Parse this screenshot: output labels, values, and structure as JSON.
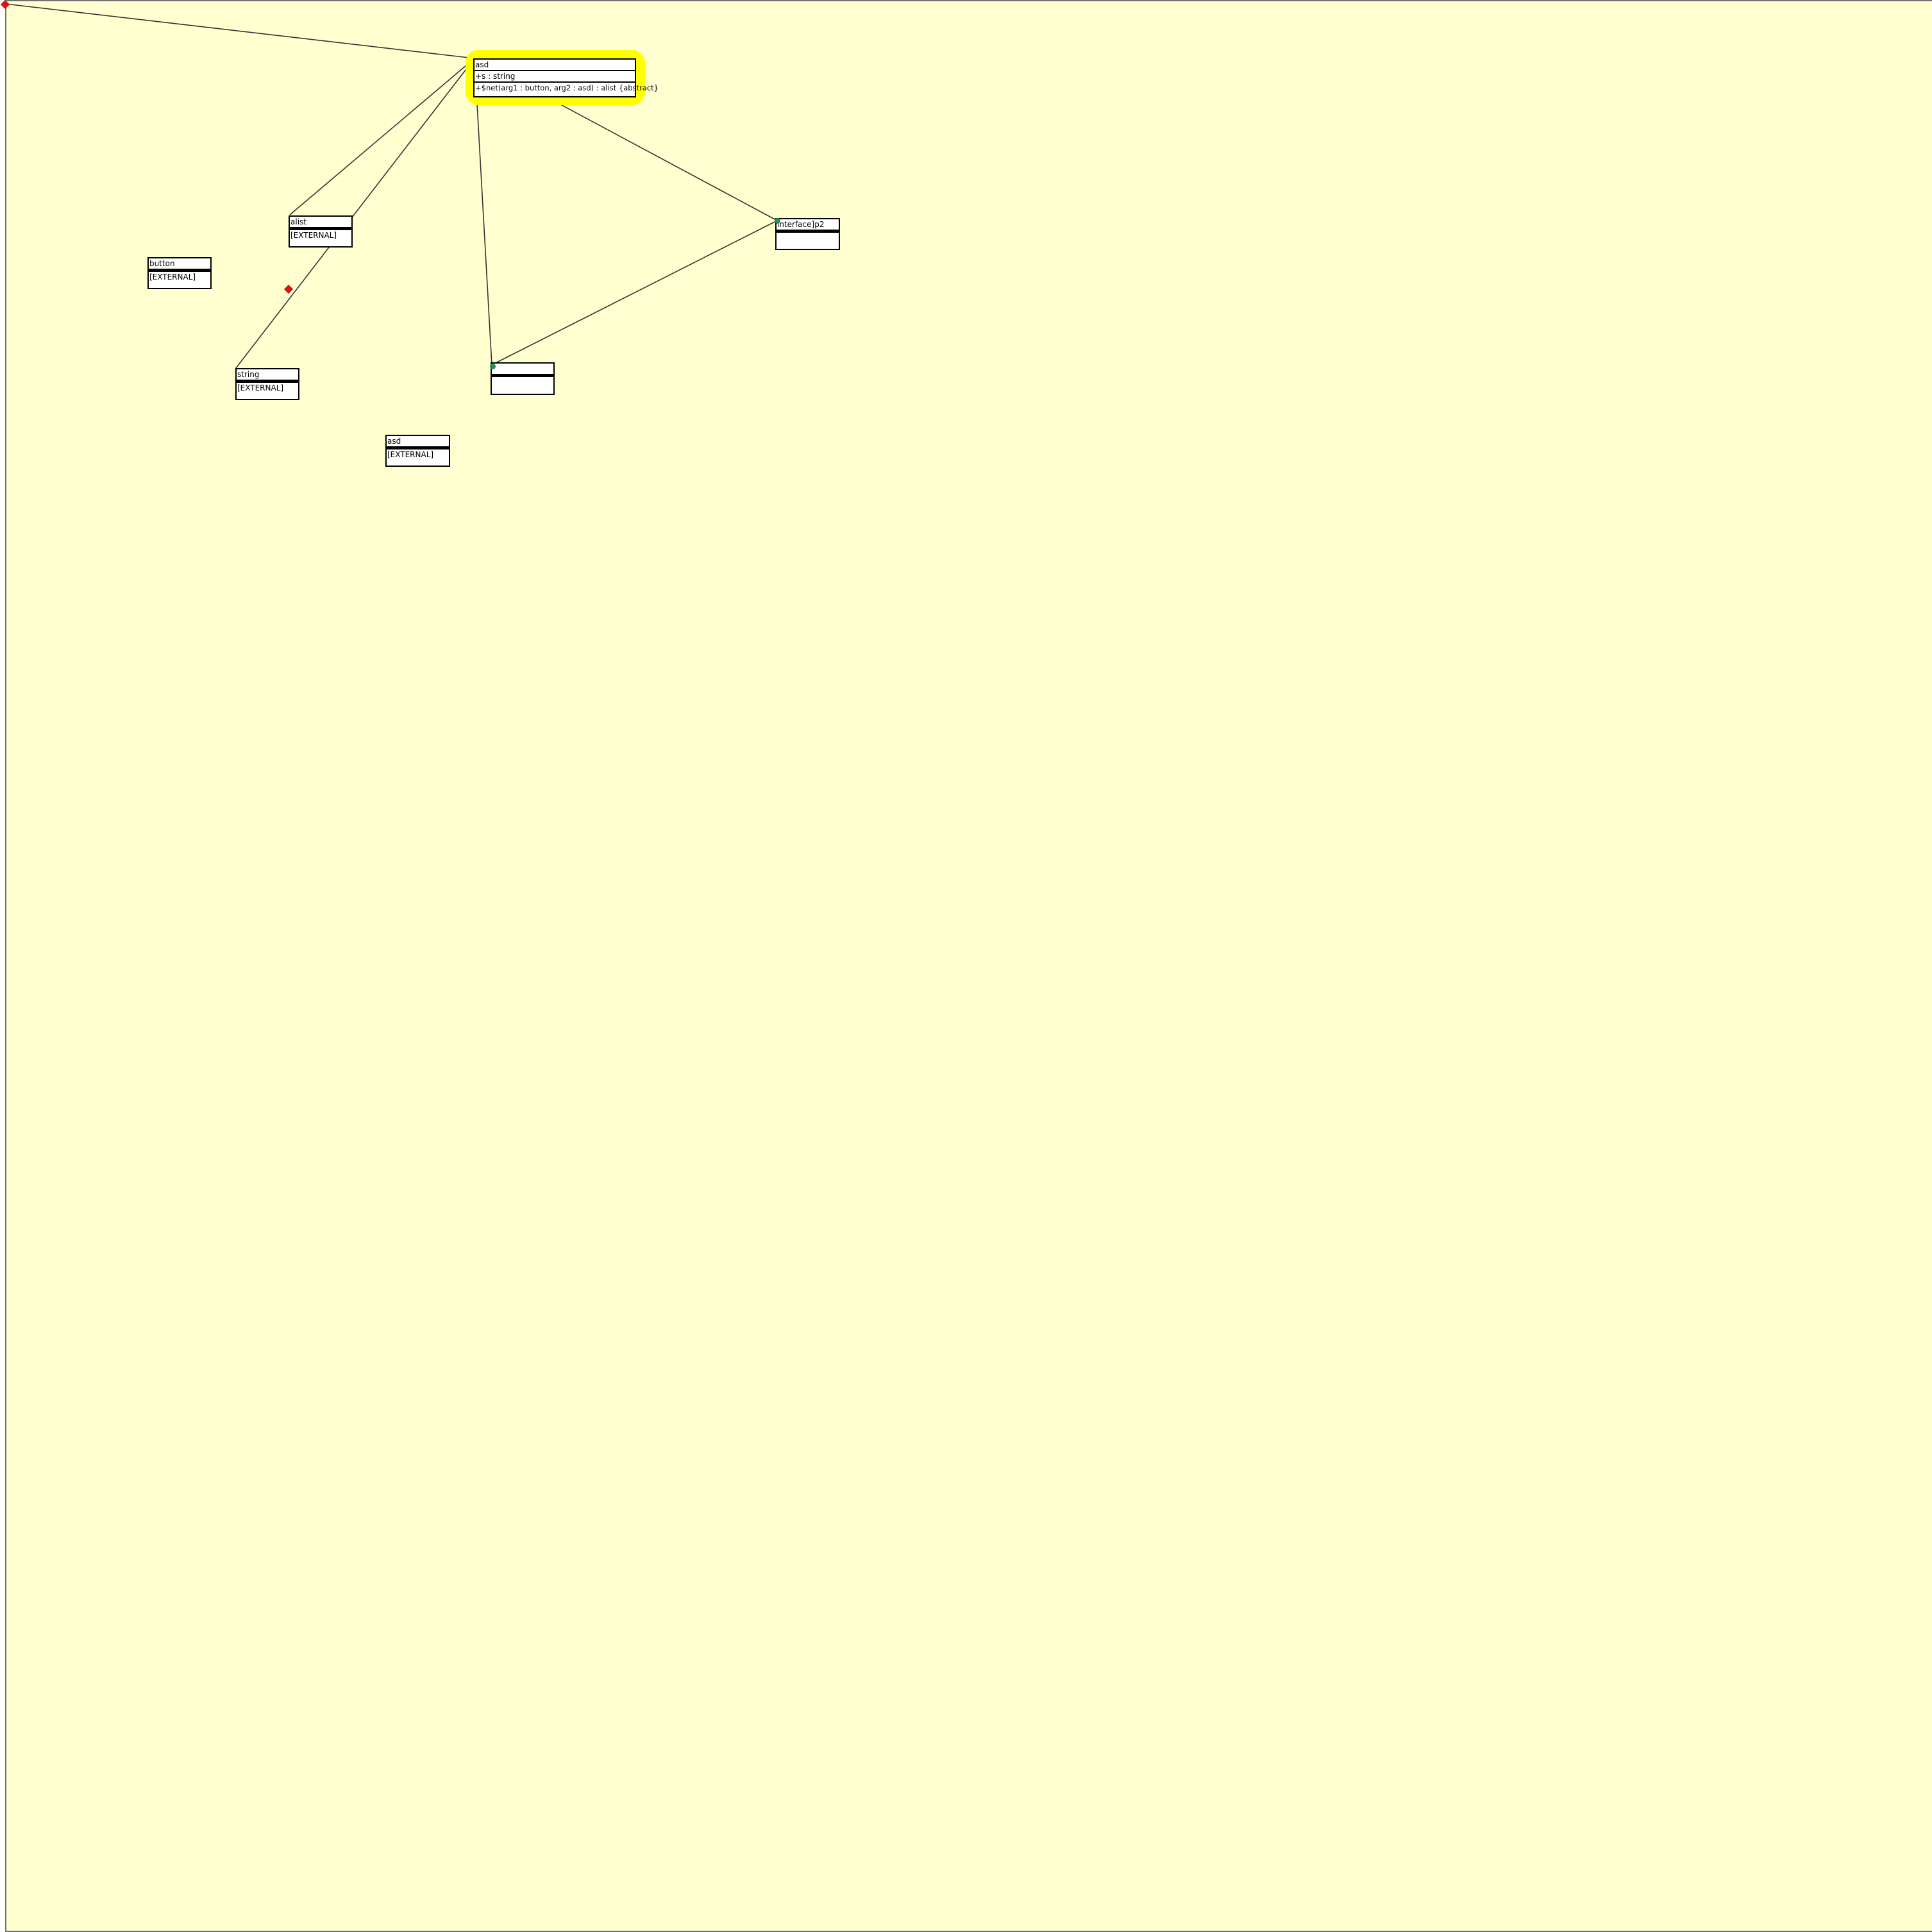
{
  "colors": {
    "canvas": "#ffffd0",
    "highlight": "#ffff00",
    "marker": "#dd1111",
    "handle": "#2e8b57"
  },
  "classes": {
    "main": {
      "name": "asd",
      "attributes": [
        "+s : string"
      ],
      "methods": [
        "+$net(arg1 : button, arg2 : asd) : alist {abstract}"
      ]
    },
    "alist": {
      "name": "alist",
      "stereotype": "[EXTERNAL]"
    },
    "button": {
      "name": "button",
      "stereotype": "[EXTERNAL]"
    },
    "string": {
      "name": "string",
      "stereotype": "[EXTERNAL]"
    },
    "asd_ext": {
      "name": "asd",
      "stereotype": "[EXTERNAL]"
    },
    "interface": {
      "name": "interface]p2"
    },
    "unnamed": {
      "name": ""
    }
  }
}
